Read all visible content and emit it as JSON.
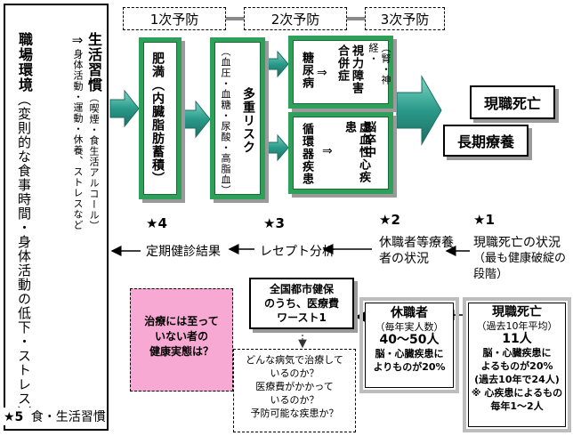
{
  "left_panel": {
    "col1_a": "生活習慣",
    "col1_b": "（喫煙・食生活",
    "col1_c": "アルコール）",
    "arrow": "⇒",
    "col1_d": "身体活動・運動・休養、",
    "col1_e": "ストレス",
    "col1_f": "など",
    "col2_a": "職場環境",
    "col2_b": "（変則的な食事時間・身体活動の低下・ストレス）"
  },
  "star5": "★5",
  "star5_label": "食・生活習慣",
  "stages": [
    "1次予防",
    "2次予防",
    "3次予防"
  ],
  "disease_boxes": {
    "obesity": "肥満（内臓脂肪蓄積）",
    "multi_risk_a": "多重リスク",
    "multi_risk_b": "（血圧・血糖・尿酸・高脂血）",
    "diabetes_a": "糖尿病",
    "diabetes_arrow": "⇒",
    "diabetes_b": "合併症",
    "diabetes_c": "視力障害",
    "diabetes_d": "（腎・神経・",
    "circ_a": "循環器疾患",
    "circ_arrow": "⇒",
    "circ_b": "虚血性心疾患",
    "circ_c": "脳卒中"
  },
  "outcomes": {
    "death": "現職死亡",
    "long_care": "長期療養"
  },
  "star_row": {
    "s4": "★4",
    "s3": "★3",
    "s2": "★2",
    "s1": "★1"
  },
  "flow_row": {
    "checkup": "定期健診結果",
    "receipt": "レセプト分析",
    "leave": "休職者等療養者の状況",
    "death_status_a": "現職死亡の状況",
    "death_status_b": "（最も健康破綻の段階）"
  },
  "worst1": {
    "a": "全国都市健保",
    "b": "のうち、医療費",
    "c": "ワースト1"
  },
  "leave_box": {
    "title": "休職者",
    "sub": "（毎年実人数）",
    "count": "40〜50人",
    "detail_a": "脳・心臓疾患に",
    "detail_b": "よりものが20%"
  },
  "death_box": {
    "title": "現職死亡",
    "sub": "（過去10年平均）",
    "count": "11人",
    "detail_a": "脳・心臓疾患に",
    "detail_b": "よるものが20%",
    "detail_c": "(過去10年で24人)",
    "detail_d": "※ 心疾患によるもの",
    "detail_e": "毎年1〜2人"
  },
  "pink_box": {
    "a": "治療には至って",
    "b": "いない者の",
    "c": "健康実態は？"
  },
  "questions": {
    "q1": "どんな病気で治療して",
    "q2": "いるのか？",
    "q3": "医療費がかかって",
    "q4": "いるのか？",
    "q5": "予防可能な疾患か？"
  },
  "colors": {
    "green": "#2fa05a",
    "teal_arrow": "#2a9a8a",
    "pink": "#f7a8d3",
    "gray_shadow": "#9a9a9a"
  }
}
